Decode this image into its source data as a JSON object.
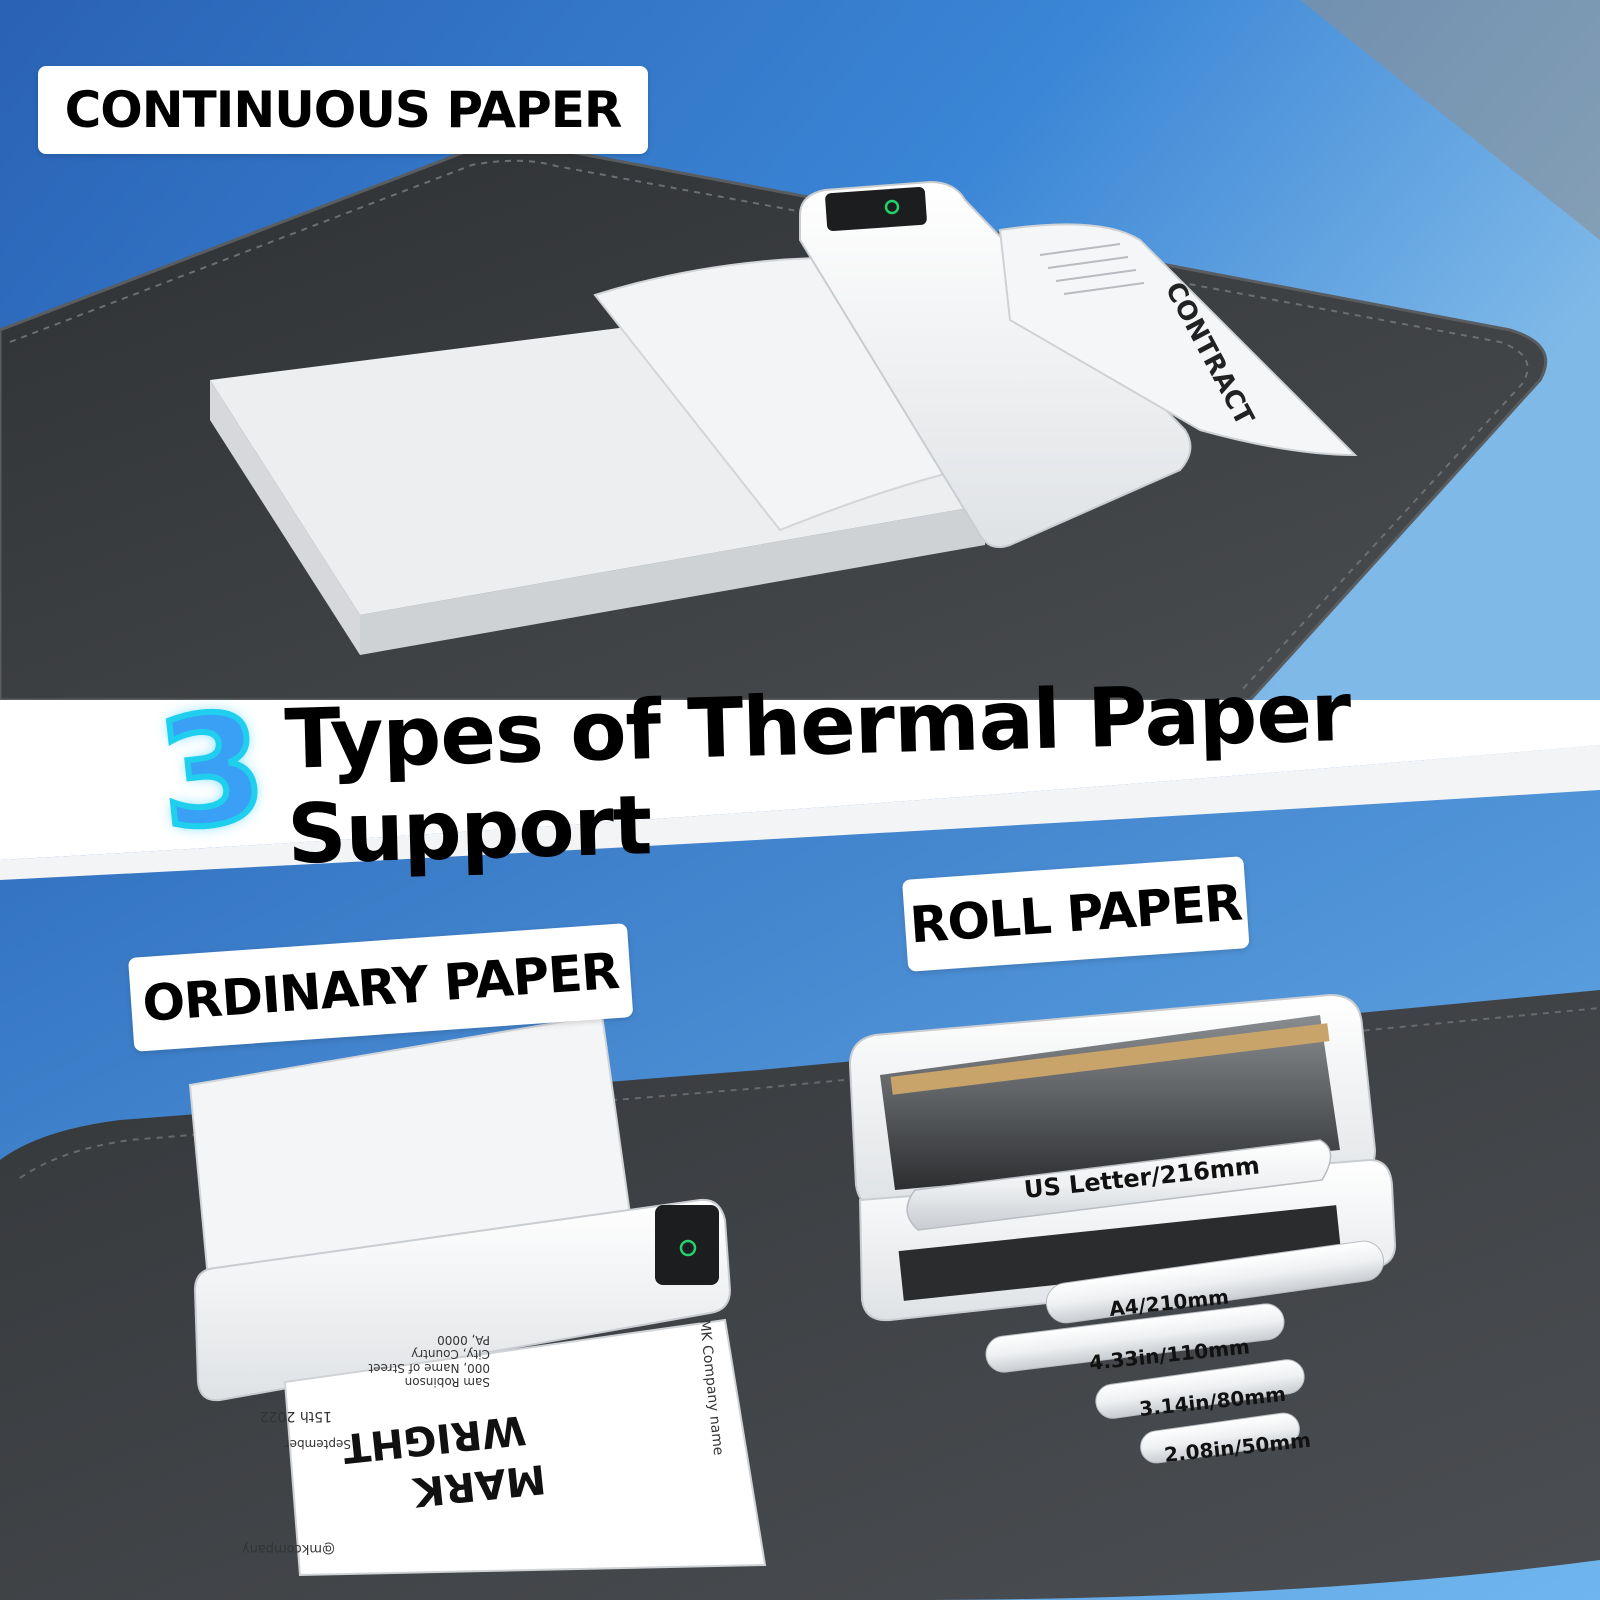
{
  "labels": {
    "continuous": "CONTINUOUS PAPER",
    "ordinary": "ORDINARY PAPER",
    "roll": "ROLL PAPER"
  },
  "headline": {
    "number": "3",
    "text": "Types of Thermal Paper Support"
  },
  "contract_doc": {
    "title": "CONTRACT"
  },
  "receipt": {
    "name_line1": "MARK",
    "name_line2": "WRIGHT",
    "company": "MK Company name",
    "date_line1": "15th 2022",
    "date_line2": "September",
    "addr_line1": "Sam Robinson",
    "addr_line2": "000, Name of Street",
    "addr_line3": "City, Country",
    "addr_line4": "PA, 0000",
    "handle": "@mkcompany"
  },
  "roll_sizes": [
    "US Letter/216mm",
    "A4/210mm",
    "4.33in/110mm",
    "3.14in/80mm",
    "2.08in/50mm"
  ],
  "colors": {
    "background_blue": "#2f6fbf",
    "light_blue": "#6cb3ea",
    "mat_dark": "#3a3d40",
    "printer_white": "#f3f4f5",
    "power_led": "#22d16a",
    "accent_cyan": "#1fd0ee"
  },
  "icons": [
    "power-icon"
  ]
}
